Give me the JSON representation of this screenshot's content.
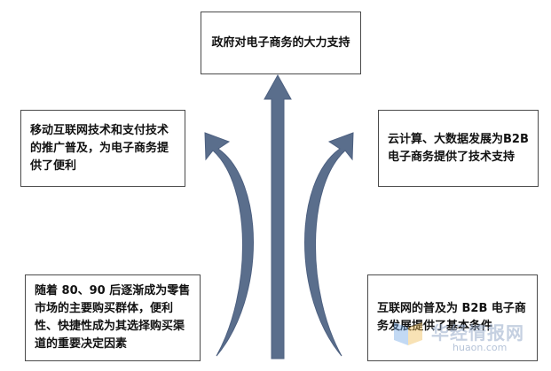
{
  "boxes": {
    "top": "政府对电子商务的大力支持",
    "left_top": "移动互联网技术和支付技术的推广普及，为电子商务提供了便利",
    "right_top": "云计算、大数据发展为B2B 电子商务提供了技术支持",
    "left_bottom": "随着 80、90 后逐渐成为零售市场的主要购买群体，便利性、快捷性成为其选择购买渠道的重要决定因素",
    "right_bottom": "互联网的普及为 B2B 电子商务发展提供了基本条件"
  },
  "watermark": {
    "name": "华经情报网",
    "url": "huaon.com"
  },
  "colors": {
    "arrow": "#5a6e8c",
    "border": "#4a4a4a"
  }
}
